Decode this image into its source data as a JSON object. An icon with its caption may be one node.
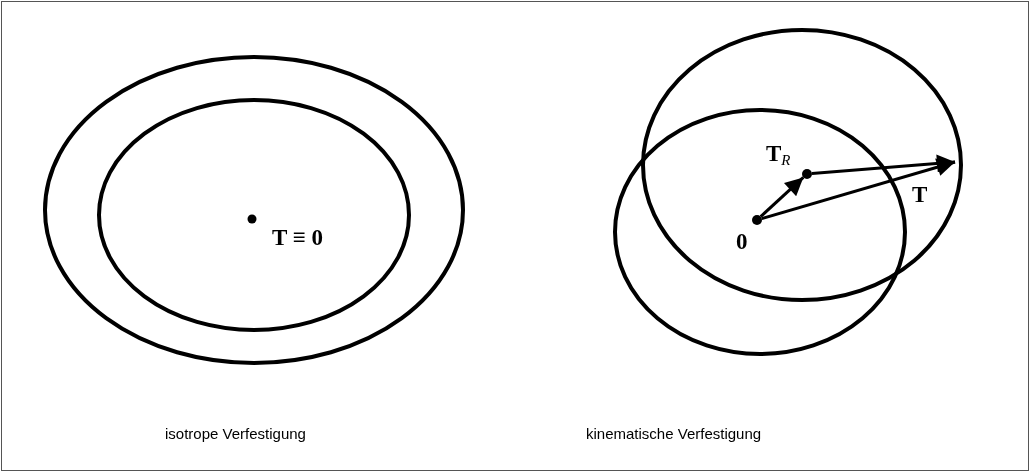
{
  "diagram": {
    "nodes": [
      {
        "text": [
          "0"
        ]
      },
      {
        "text": [
          "T$_{R}$"
        ]
      }
    ],
    "edges": [
      {
        "from": 0,
        "to": 1,
        "arrow": "to"
      },
      {
        "from": 1,
        "to": null,
        "arrow": "to"
      },
      {
        "from": 0,
        "to": null,
        "arrow": "to",
        "label": "T"
      }
    ],
    "labels": [
      "T ≡ 0",
      "isotrope Verfestigung",
      "kinematische Verfestigung"
    ]
  }
}
